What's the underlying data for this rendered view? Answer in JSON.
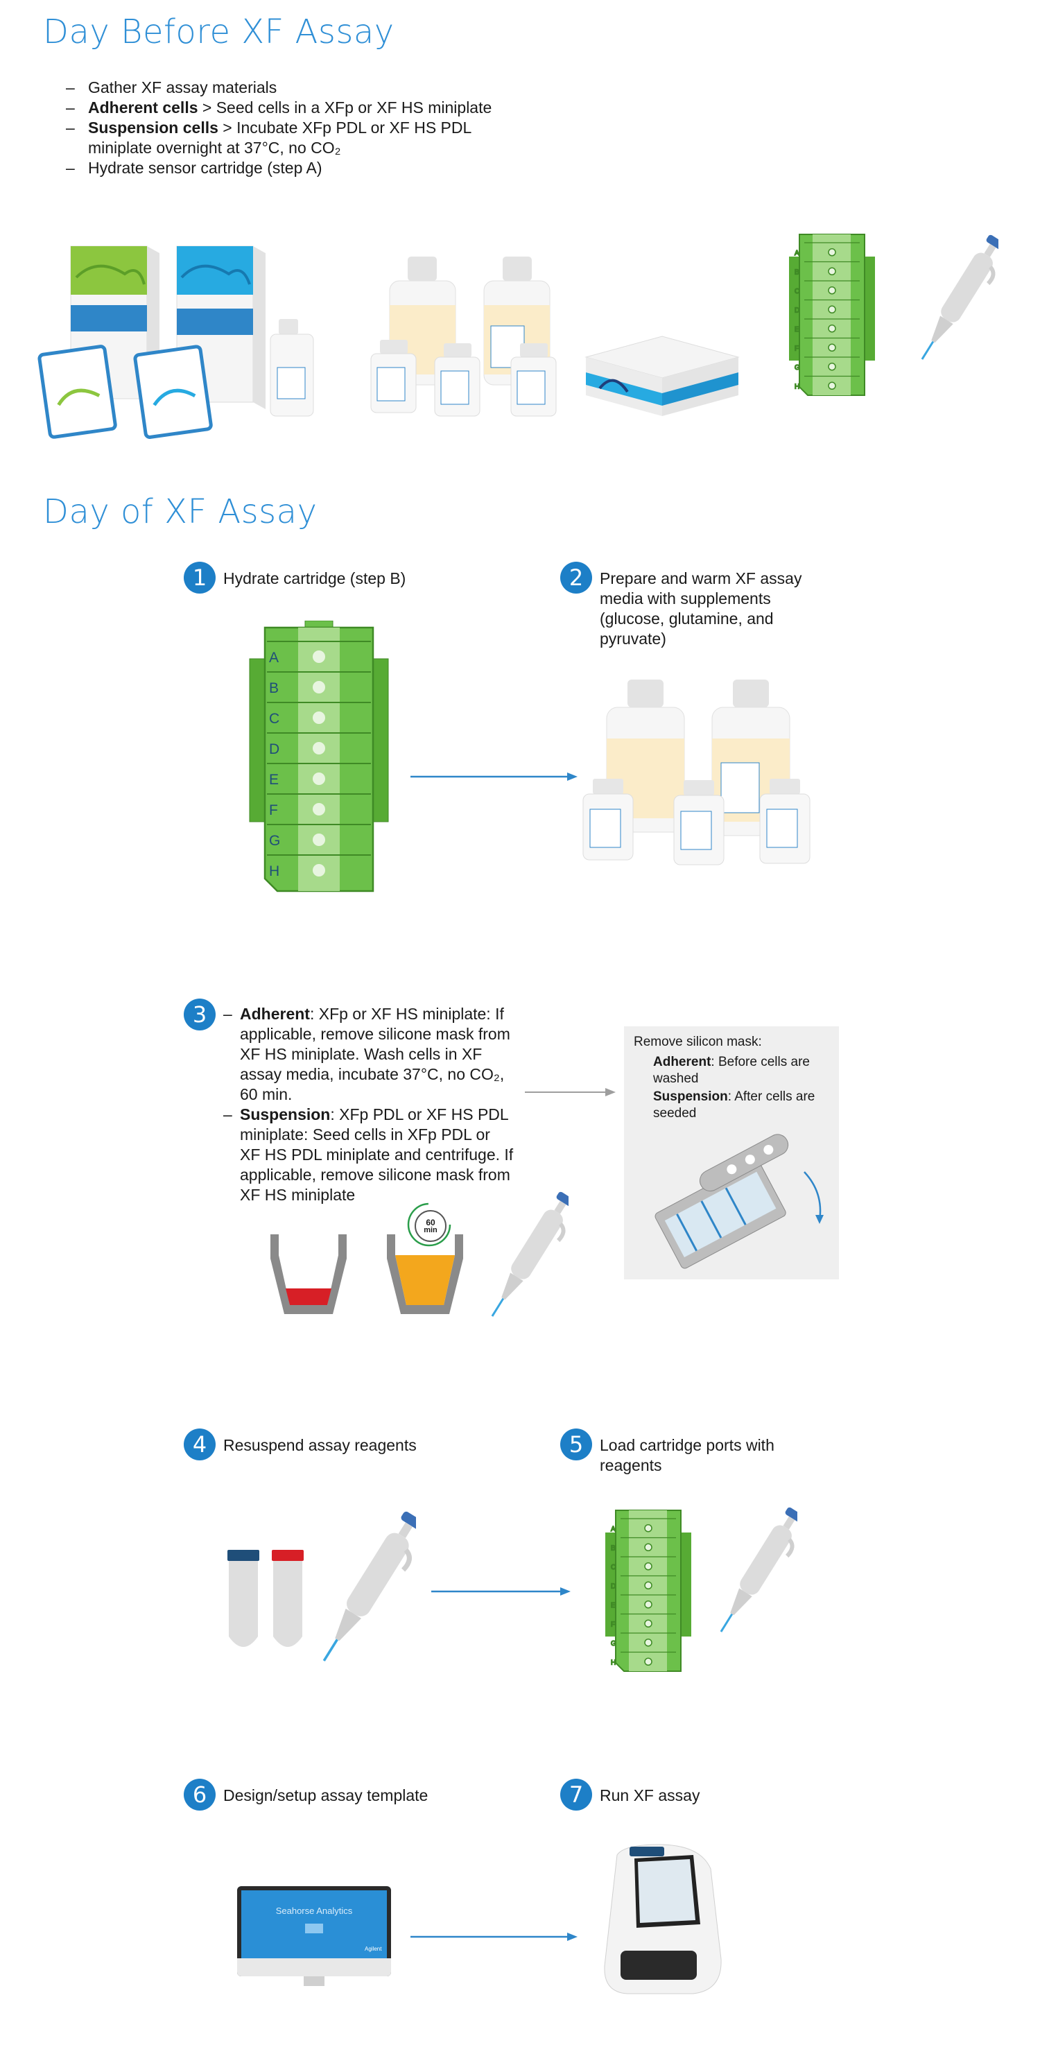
{
  "section1": {
    "title": "Day Before XF Assay",
    "bullets": [
      {
        "dash": "–",
        "bold": "",
        "text": "Gather XF assay materials"
      },
      {
        "dash": "–",
        "bold": "Adherent cells",
        "text": " > Seed cells in a XFp or XF HS miniplate"
      },
      {
        "dash": "–",
        "bold": "Suspension cells",
        "text": " > Incubate XFp PDL or XF HS PDL miniplate overnight at 37°C, no CO₂"
      },
      {
        "dash": "–",
        "bold": "",
        "text": "Hydrate sensor cartridge (step A)"
      }
    ]
  },
  "section2": {
    "title": "Day of XF Assay"
  },
  "steps": {
    "s1": {
      "num": "1",
      "label": "Hydrate cartridge (step B)"
    },
    "s2": {
      "num": "2",
      "label": "Prepare and warm XF assay media with supplements (glucose, glutamine, and pyruvate)"
    },
    "s3": {
      "num": "3",
      "adherent_bold": "Adherent",
      "adherent_text": ": XFp or XF HS miniplate: If applicable, remove silicone mask from XF HS miniplate. Wash cells in XF assay media, incubate 37°C, no CO₂, 60 min.",
      "suspension_bold": "Suspension",
      "suspension_text": ": XFp PDL or XF HS PDL miniplate:   Seed cells in XFp PDL or XF HS PDL miniplate and centrifuge. If applicable, remove silicone mask from XF HS miniplate",
      "timer_value": "60",
      "timer_unit": "min"
    },
    "s4": {
      "num": "4",
      "label": "Resuspend assay reagents"
    },
    "s5": {
      "num": "5",
      "label": "Load cartridge ports with reagents"
    },
    "s6": {
      "num": "6",
      "label": "Design/setup assay template"
    },
    "s7": {
      "num": "7",
      "label": "Run XF assay"
    }
  },
  "mask_panel": {
    "title": "Remove silicon mask:",
    "adherent_bold": "Adherent",
    "adherent_text": ": Before cells are washed",
    "suspension_bold": "Suspension",
    "suspension_text": ": After cells are seeded"
  },
  "cartridge": {
    "rows": [
      "A",
      "B",
      "C",
      "D",
      "E",
      "F",
      "G",
      "H"
    ]
  },
  "monitor": {
    "title": "Seahorse Analytics",
    "brand": "Agilent"
  },
  "colors": {
    "heading": "#2f8fd6",
    "badge": "#1d7fc7",
    "arrow": "#2e86c9",
    "cartridge": "#6cc04a"
  }
}
